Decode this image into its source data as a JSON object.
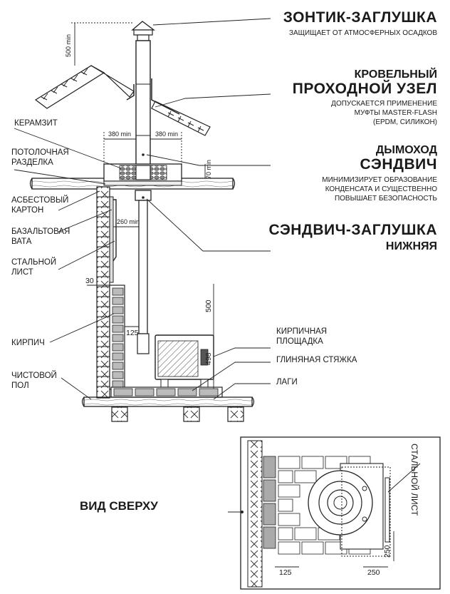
{
  "headings": {
    "cap": {
      "title": "ЗОНТИК-ЗАГЛУШКА",
      "desc": "ЗАЩИЩАЕТ ОТ АТМОСФЕРНЫХ ОСАДКОВ"
    },
    "roof": {
      "title_small": "КРОВЕЛЬНЫЙ",
      "title": "ПРОХОДНОЙ УЗЕЛ",
      "desc1": "ДОПУСКАЕТСЯ ПРИМЕНЕНИЕ",
      "desc2": "МУФТЫ MASTER-FLASH",
      "desc3": "(EPDM, СИЛИКОН)"
    },
    "chimney": {
      "title_small": "ДЫМОХОД",
      "title": "СЭНДВИЧ",
      "desc1": "МИНИМИЗИРУЕТ ОБРАЗОВАНИЕ",
      "desc2": "КОНДЕНСАТА И СУЩЕСТВЕННО",
      "desc3": "ПОВЫШАЕТ БЕЗОПАСНОСТЬ"
    },
    "bottom_cap": {
      "title": "СЭНДВИЧ-ЗАГЛУШКА",
      "subtitle": "НИЖНЯЯ"
    }
  },
  "labels": {
    "keramzit": "КЕРАМЗИТ",
    "ceiling_cut_1": "ПОТОЛОЧНАЯ",
    "ceiling_cut_2": "РАЗДЕЛКА",
    "asbestos_1": "АСБЕСТОВЫЙ",
    "asbestos_2": "КАРТОН",
    "basalt_1": "БАЗАЛЬТОВАЯ",
    "basalt_2": "ВАТА",
    "steel_sheet_1": "СТАЛЬНОЙ",
    "steel_sheet_2": "ЛИСТ",
    "brick": "КИРПИЧ",
    "floor_1": "ЧИСТОВОЙ",
    "floor_2": "ПОЛ",
    "brick_platform_1": "КИРПИЧНАЯ",
    "brick_platform_2": "ПЛОЩАДКА",
    "clay_screed": "ГЛИНЯНАЯ СТЯЖКА",
    "joists": "ЛАГИ",
    "top_view": "ВИД СВЕРХУ",
    "plan_steel_sheet": "СТАЛЬНОЙ ЛИСТ"
  },
  "dimensions": {
    "min500": "500 min",
    "min380_left": "380 min",
    "min380_right": "380 min",
    "min70": "70 min",
    "min260": "260 min",
    "d30": "30",
    "d500": "500",
    "d125": "125",
    "d498": "498",
    "plan_125": "125",
    "plan_250_bottom": "250",
    "plan_250_side": "250"
  }
}
